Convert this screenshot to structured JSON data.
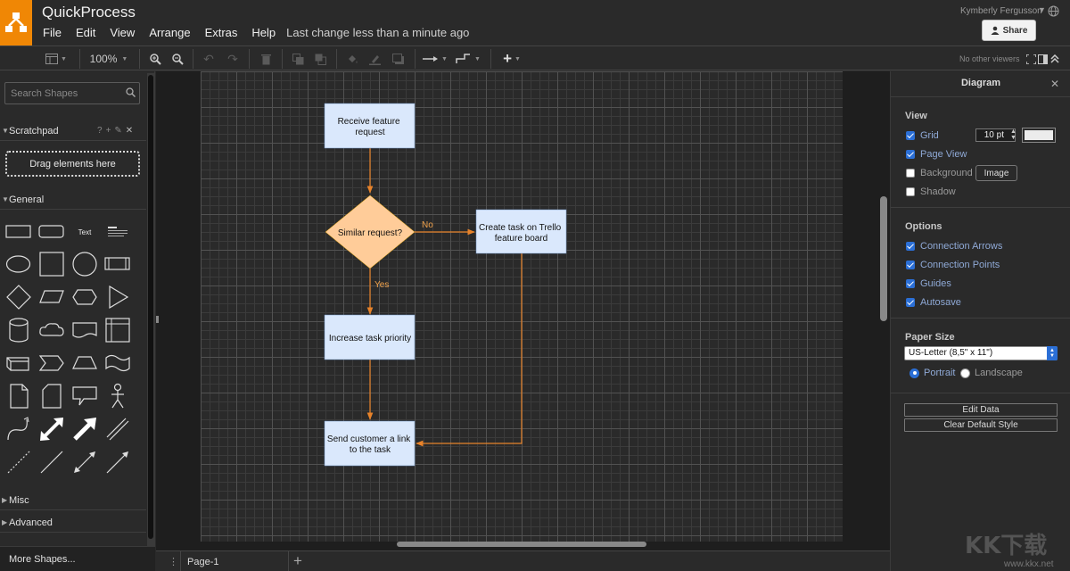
{
  "app": {
    "title": "QuickProcess",
    "menus": [
      "File",
      "Edit",
      "View",
      "Arrange",
      "Extras",
      "Help"
    ],
    "last_change": "Last change less than a minute ago",
    "user_name": "Kymberly Fergusson",
    "share_label": "Share",
    "brand_color": "#f08705"
  },
  "toolbar": {
    "zoom": "100%",
    "status": "No other viewers",
    "icons": [
      "format-panel-icon",
      "zoom-in-icon",
      "zoom-out-icon",
      "undo-icon",
      "redo-icon",
      "delete-icon",
      "to-front-icon",
      "to-back-icon",
      "fill-color-icon",
      "line-color-icon",
      "shadow-icon",
      "connection-icon",
      "waypoints-icon",
      "insert-icon",
      "fullscreen-icon",
      "format-toggle-icon",
      "collapse-icon"
    ]
  },
  "sidebar": {
    "search_placeholder": "Search Shapes",
    "scratchpad": {
      "label": "Scratchpad",
      "drop_text": "Drag elements here",
      "actions": [
        "?",
        "+",
        "✎",
        "✕"
      ]
    },
    "general_label": "General",
    "text_shape_label": "Text",
    "sections": [
      "Misc",
      "Advanced"
    ],
    "more_shapes": "More Shapes..."
  },
  "diagram": {
    "nodes": [
      {
        "id": "n1",
        "shape": "rect",
        "text": [
          "Receive feature",
          "request"
        ]
      },
      {
        "id": "n2",
        "shape": "diamond",
        "text": [
          "Similar request?"
        ]
      },
      {
        "id": "n3",
        "shape": "rect",
        "text": [
          "Create task on Trello",
          "feature board"
        ]
      },
      {
        "id": "n4",
        "shape": "rect",
        "text": [
          "Increase task priority"
        ]
      },
      {
        "id": "n5",
        "shape": "rect",
        "text": [
          "Send customer a link",
          "to the task"
        ]
      }
    ],
    "edge_labels": {
      "no": "No",
      "yes": "Yes"
    },
    "colors": {
      "rect_fill": "#dae8fc",
      "diamond_fill": "#ffcc99",
      "edge": "#e8832a"
    }
  },
  "pages": {
    "current": "Page-1"
  },
  "format_panel": {
    "title": "Diagram",
    "view": {
      "title": "View",
      "grid": {
        "label": "Grid",
        "checked": true,
        "size": "10 pt"
      },
      "page_view": {
        "label": "Page View",
        "checked": true
      },
      "background": {
        "label": "Background",
        "checked": false,
        "button": "Image"
      },
      "shadow": {
        "label": "Shadow",
        "checked": false
      }
    },
    "options": {
      "title": "Options",
      "items": [
        {
          "label": "Connection Arrows",
          "checked": true
        },
        {
          "label": "Connection Points",
          "checked": true
        },
        {
          "label": "Guides",
          "checked": true
        },
        {
          "label": "Autosave",
          "checked": true
        }
      ]
    },
    "paper": {
      "title": "Paper Size",
      "selected": "US-Letter (8,5\" x 11\")",
      "portrait": "Portrait",
      "landscape": "Landscape",
      "orientation": "portrait"
    },
    "buttons": {
      "edit_data": "Edit Data",
      "clear_style": "Clear Default Style"
    }
  },
  "watermark": {
    "text": "www.kkx.net",
    "logo": "KK下载"
  }
}
